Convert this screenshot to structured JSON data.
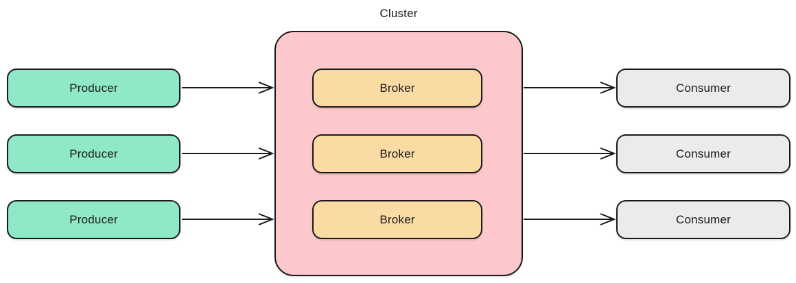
{
  "diagram": {
    "cluster_label": "Cluster",
    "producers": [
      {
        "label": "Producer"
      },
      {
        "label": "Producer"
      },
      {
        "label": "Producer"
      }
    ],
    "brokers": [
      {
        "label": "Broker"
      },
      {
        "label": "Broker"
      },
      {
        "label": "Broker"
      }
    ],
    "consumers": [
      {
        "label": "Consumer"
      },
      {
        "label": "Consumer"
      },
      {
        "label": "Consumer"
      }
    ],
    "colors": {
      "background": "#ffffff",
      "producer_fill": "#8fe8c6",
      "broker_fill": "#fbdba4",
      "cluster_fill": "#fcc8cb",
      "consumer_fill": "#e9ebed",
      "stroke": "#1a1a1a",
      "text": "#1a1a1a"
    }
  }
}
